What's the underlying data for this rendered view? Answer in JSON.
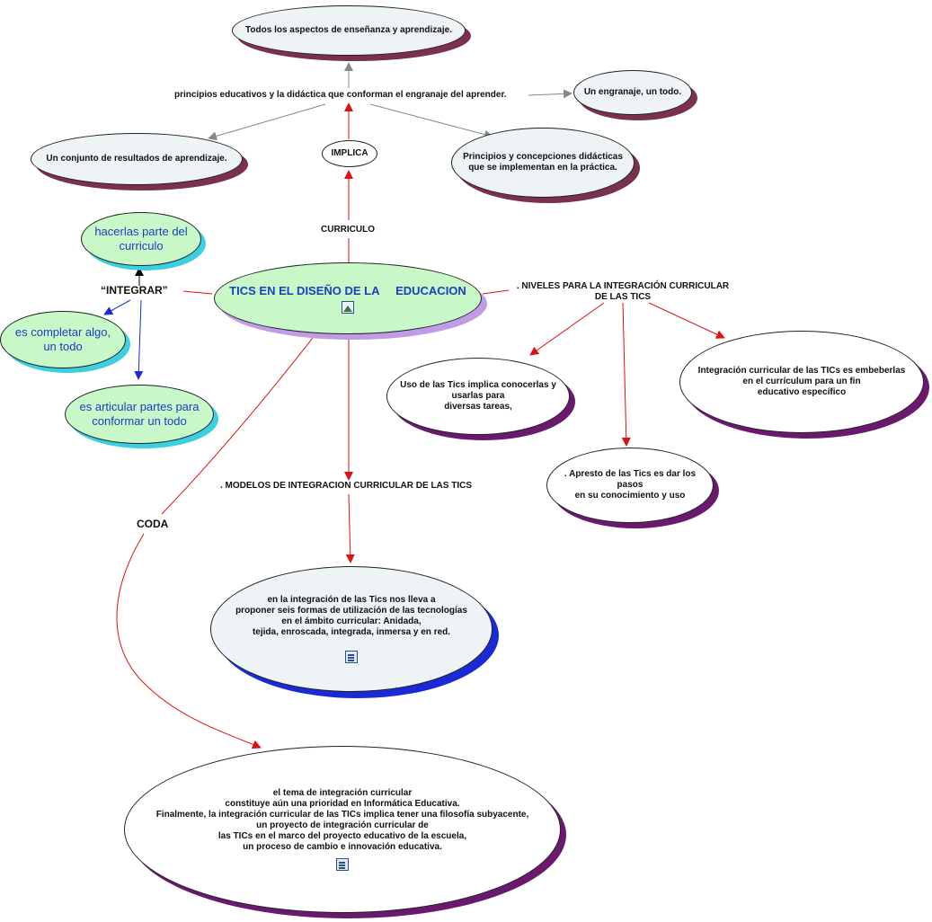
{
  "central": {
    "title": "TICS EN EL DISEÑO DE LA     EDUCACION",
    "icon": "image-icon"
  },
  "top_node": "Todos los aspectos de enseñanza y aprendizaje.",
  "principles_label": "principios educativos y la didáctica que conforman el engranaje del aprender.",
  "engranaje_node": "Un engranaje, un todo.",
  "results_node": "Un conjunto de resultados de aprendizaje.",
  "implica_node": "IMPLICA",
  "didactic_node": [
    "Principios y concepciones didácticas",
    "que se implementan en la práctica."
  ],
  "curriculo_label": "CURRICULO",
  "integrar_label": "“INTEGRAR”",
  "green_nodes": {
    "hacerlas": [
      "hacerlas parte del",
      "curriculo"
    ],
    "completar": [
      "es completar algo,",
      "un todo"
    ],
    "articular": [
      "es articular partes para",
      "conformar un todo"
    ]
  },
  "niveles_label": [
    ". NIVELES PARA LA INTEGRACIÓN CURRICULAR",
    "DE LAS TICS"
  ],
  "uso_node": [
    "Uso de las Tics implica conocerlas y",
    "usarlas para",
    "diversas tareas,"
  ],
  "integracion_node": [
    "Integración curricular de las TICs es embeberlas",
    "en el currículum para un fin",
    "educativo específico"
  ],
  "apresto_node": [
    ". Apresto de las Tics es dar los",
    "pasos",
    "en su conocimiento y uso"
  ],
  "modelos_label": ". MODELOS DE INTEGRACION CURRICULAR DE LAS TICS",
  "modelos_node": [
    "en la integración de las Tics nos lleva a",
    "proponer seis formas de utilización de las tecnologías",
    "en el ámbito curricular: Anidada,",
    "tejida, enroscada, integrada, inmersa y en red."
  ],
  "coda_label": "CODA",
  "coda_node": [
    "el tema de integración curricular",
    "constituye aún una prioridad en Informática Educativa.",
    "Finalmente, la integración curricular de las TICs implica tener una filosofía subyacente,",
    "un proyecto de integración curricular de",
    "las TICs en el marco del proyecto educativo de la escuela,",
    "un proceso de cambio e innovación educativa."
  ],
  "colors": {
    "red_link": "#dd1111",
    "gray_link": "#888888",
    "blue_link": "#1a2bd6",
    "black_link": "#000000"
  }
}
